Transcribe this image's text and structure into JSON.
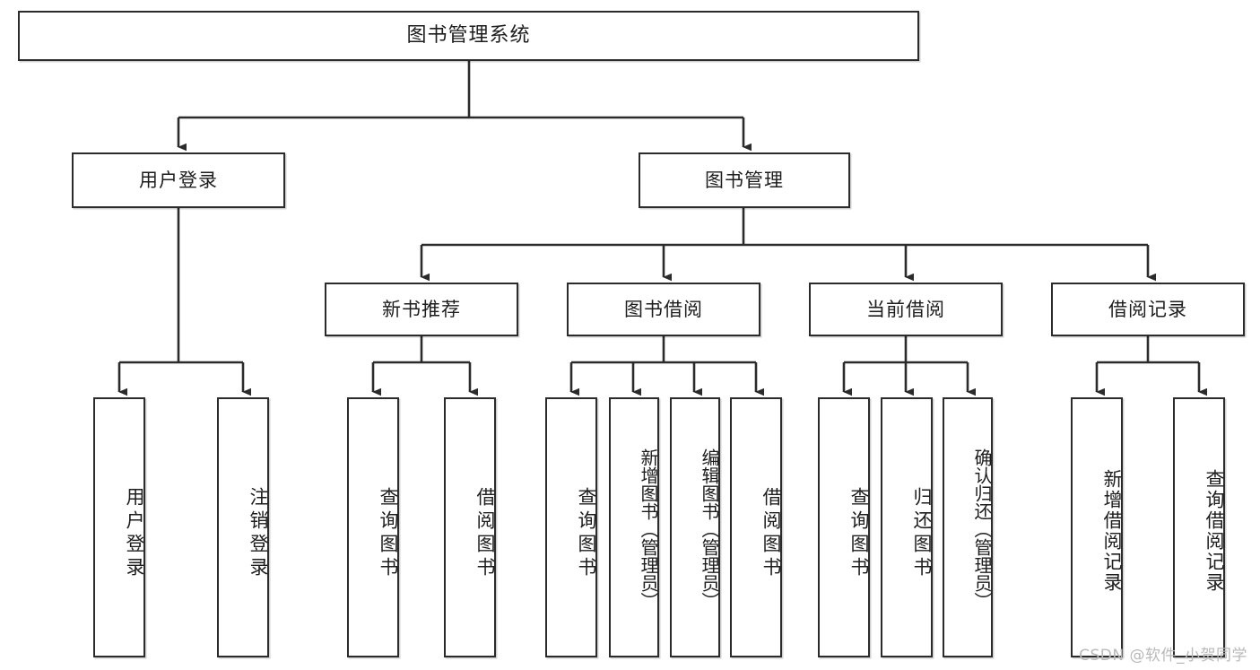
{
  "diagram": {
    "type": "tree",
    "title": "图书管理系统",
    "stroke_color": "#2b2b2b",
    "fill_color": "#ffffff",
    "nodes": {
      "root": {
        "label": "图书管理系统"
      },
      "l2": [
        {
          "id": "user-login",
          "label": "用户登录"
        },
        {
          "id": "book-manage",
          "label": "图书管理"
        }
      ],
      "l3": [
        {
          "id": "new-book-rec",
          "label": "新书推荐"
        },
        {
          "id": "book-borrow",
          "label": "图书借阅"
        },
        {
          "id": "current-borrow",
          "label": "当前借阅"
        },
        {
          "id": "borrow-record",
          "label": "借阅记录"
        }
      ],
      "leaves": [
        {
          "id": "leaf-user-login",
          "label": "用户登录"
        },
        {
          "id": "leaf-logout",
          "label": "注销登录"
        },
        {
          "id": "leaf-query-book-1",
          "label": "查询图书"
        },
        {
          "id": "leaf-borrow-book-1",
          "label": "借阅图书"
        },
        {
          "id": "leaf-query-book-2",
          "label": "查询图书"
        },
        {
          "id": "leaf-add-book",
          "label": "新增图书（管理员）"
        },
        {
          "id": "leaf-edit-book",
          "label": "编辑图书（管理员）"
        },
        {
          "id": "leaf-borrow-book-2",
          "label": "借阅图书"
        },
        {
          "id": "leaf-query-book-3",
          "label": "查询图书"
        },
        {
          "id": "leaf-return-book",
          "label": "归还图书"
        },
        {
          "id": "leaf-confirm-return",
          "label": "确认归还（管理员）"
        },
        {
          "id": "leaf-add-record",
          "label": "新增借阅记录"
        },
        {
          "id": "leaf-query-record",
          "label": "查询借阅记录"
        }
      ]
    }
  },
  "watermark": {
    "text": "CSDN @软件_小贺同学"
  }
}
